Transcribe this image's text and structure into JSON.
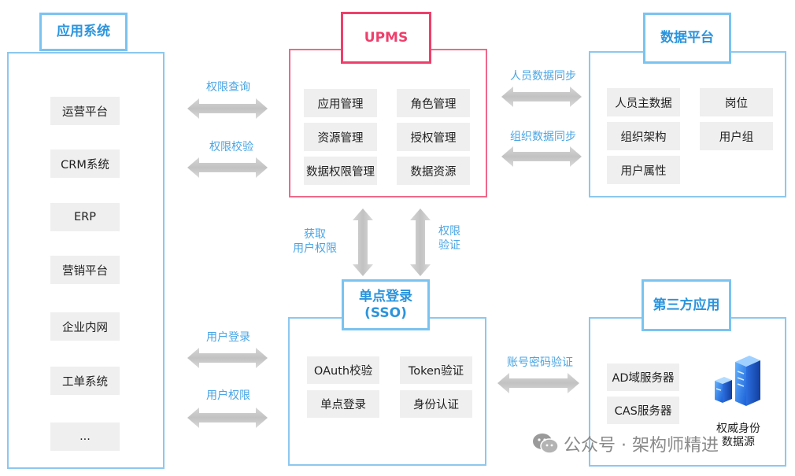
{
  "app_system": {
    "title": "应用系统",
    "items": [
      "运营平台",
      "CRM系统",
      "ERP",
      "营销平台",
      "企业内网",
      "工单系统",
      "..."
    ]
  },
  "upms": {
    "title": "UPMS",
    "items": [
      "应用管理",
      "角色管理",
      "资源管理",
      "授权管理",
      "数据权限管理",
      "数据资源"
    ]
  },
  "data_platform": {
    "title": "数据平台",
    "items": [
      "人员主数据",
      "岗位",
      "组织架构",
      "用户组",
      "用户属性"
    ]
  },
  "sso": {
    "title_line1": "单点登录",
    "title_line2": "(SSO)",
    "items": [
      "OAuth校验",
      "Token验证",
      "单点登录",
      "身份认证"
    ]
  },
  "third_party": {
    "title": "第三方应用",
    "items": [
      "AD域服务器",
      "CAS服务器"
    ],
    "auth_source_line1": "权威身份",
    "auth_source_line2": "数据源"
  },
  "labels": {
    "perm_query": "权限查询",
    "perm_check": "权限校验",
    "person_sync": "人员数据同步",
    "org_sync": "组织数据同步",
    "get_user_perm_line1": "获取",
    "get_user_perm_line2": "用户权限",
    "perm_verify_line1": "权限",
    "perm_verify_line2": "验证",
    "user_login": "用户登录",
    "user_perm": "用户权限",
    "account_pwd_verify": "账号密码验证"
  },
  "watermark": {
    "text": "公众号 · 架构师精进"
  },
  "colors": {
    "blue_border": "#8cc8ef",
    "blue_text": "#2b94dc",
    "pink": "#ee3f6c",
    "label_blue": "#49a5e4",
    "box_gray": "#efefef",
    "arrow_gray": "#c8c8c8"
  }
}
